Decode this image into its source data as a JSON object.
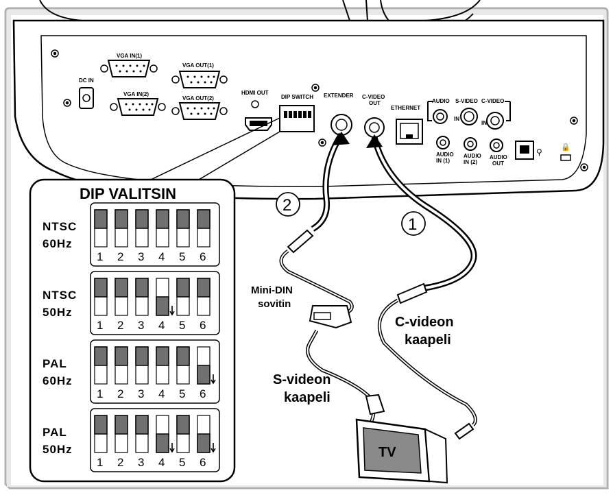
{
  "ports": {
    "dc_in": "DC IN",
    "vga_in_1": "VGA IN(1)",
    "vga_in_2": "VGA IN(2)",
    "vga_out_1": "VGA OUT(1)",
    "vga_out_2": "VGA OUT(2)",
    "hdmi_out": "HDMI OUT",
    "dip_switch": "DIP SWITCH",
    "extender": "EXTENDER",
    "c_video_out_1": "C-VIDEO",
    "c_video_out_2": "OUT",
    "ethernet": "ETHERNET",
    "audio": "AUDIO",
    "s_video": "S-VIDEO",
    "c_video": "C-VIDEO",
    "in_a": "IN",
    "in_b": "IN",
    "audio_in_1_a": "AUDIO",
    "audio_in_1_b": "IN (1)",
    "audio_in_2_a": "AUDIO",
    "audio_in_2_b": "IN (2)",
    "audio_out_a": "AUDIO",
    "audio_out_b": "OUT"
  },
  "dip_panel": {
    "title": "DIP VALITSIN",
    "numbers": [
      "1",
      "2",
      "3",
      "4",
      "5",
      "6"
    ],
    "rows": [
      {
        "mode": "NTSC",
        "freq": "60Hz",
        "switches": [
          "up",
          "up",
          "up",
          "up",
          "up",
          "up"
        ]
      },
      {
        "mode": "NTSC",
        "freq": "50Hz",
        "switches": [
          "up",
          "up",
          "up",
          "down",
          "up",
          "up"
        ]
      },
      {
        "mode": "PAL",
        "freq": "60Hz",
        "switches": [
          "up",
          "up",
          "up",
          "up",
          "up",
          "down"
        ]
      },
      {
        "mode": "PAL",
        "freq": "50Hz",
        "switches": [
          "up",
          "up",
          "up",
          "down",
          "up",
          "down"
        ]
      }
    ]
  },
  "callouts": {
    "step_2": "2",
    "step_1": "1",
    "adapter_1": "Mini-DIN",
    "adapter_2": "sovitin",
    "c_cable_1": "C-videon",
    "c_cable_2": "kaapeli",
    "s_cable_1": "S-videon",
    "s_cable_2": "kaapeli",
    "tv": "TV"
  },
  "colors": {
    "switch_fill": "#707070",
    "panel_fill": "#e6e6e6",
    "frame": "#999999"
  }
}
